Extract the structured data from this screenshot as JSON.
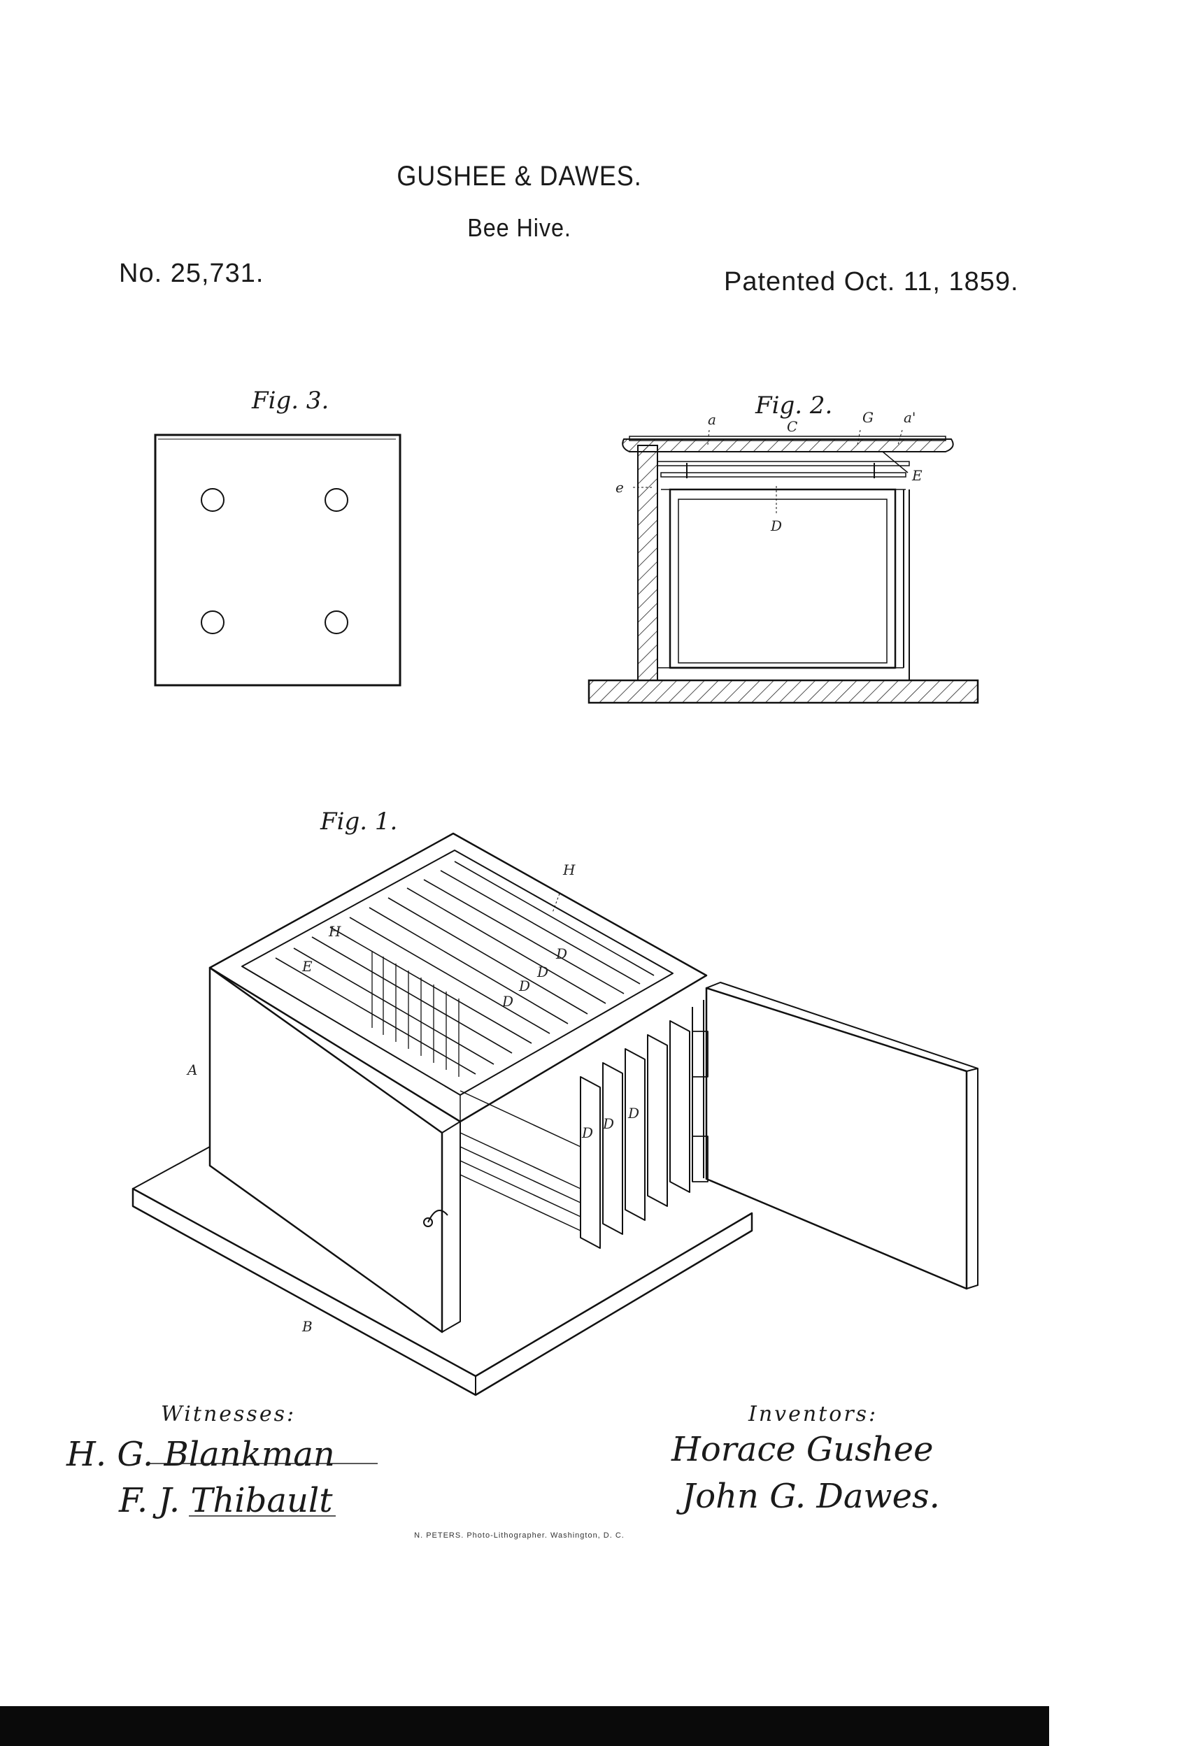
{
  "header": {
    "title": "GUSHEE & DAWES.",
    "subtitle": "Bee Hive.",
    "patent_no": "No. 25,731.",
    "date": "Patented Oct. 11, 1859."
  },
  "figures": {
    "fig3": "Fig. 3.",
    "fig2": "Fig. 2.",
    "fig1": "Fig. 1."
  },
  "fig2_labels": {
    "a": "a",
    "c": "C",
    "g": "G",
    "a2": "a'",
    "e": "e",
    "E": "E",
    "D": "D"
  },
  "fig1_labels": {
    "H1": "H",
    "H2": "H",
    "E": "E",
    "D1": "D",
    "D2": "D",
    "D3": "D",
    "D4": "D",
    "D5": "D",
    "D6": "D",
    "D7": "D",
    "A": "A",
    "B": "B"
  },
  "witnesses": {
    "heading": "Witnesses:",
    "names": [
      "H. G. Blankman",
      "F. J. Thibault"
    ]
  },
  "inventors": {
    "heading": "Inventors:",
    "names": [
      "Horace Gushee",
      "John G. Dawes."
    ]
  },
  "printer": "N. PETERS. Photo-Lithographer. Washington, D. C."
}
